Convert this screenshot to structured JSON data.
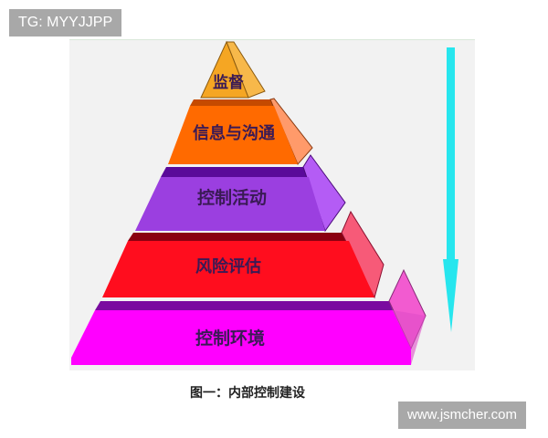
{
  "watermarks": {
    "top_left": "TG: MYYJJPP",
    "bottom_right": "www.jsmcher.com"
  },
  "diagram": {
    "type": "pyramid",
    "caption": "图一：内部控制建设",
    "arrow": {
      "direction": "down",
      "color": "#27e6ee"
    },
    "layers": [
      {
        "label": "监督",
        "front_color": "#f5a623",
        "side_color": "#f7b84a",
        "top_color": "#d98a10"
      },
      {
        "label": "信息与沟通",
        "front_color": "#ff6a00",
        "side_color": "#ff9a6a",
        "top_color": "#c54a00"
      },
      {
        "label": "控制活动",
        "front_color": "#9b3fe0",
        "side_color": "#b45cf5",
        "top_color": "#5a0a9a"
      },
      {
        "label": "风险评估",
        "front_color": "#ff0d1e",
        "side_color": "#f75a78",
        "top_color": "#8a0010"
      },
      {
        "label": "控制环境",
        "front_color": "#ff00ff",
        "side_color": "#f25bd0",
        "top_color": "#7a0aa0"
      }
    ]
  }
}
